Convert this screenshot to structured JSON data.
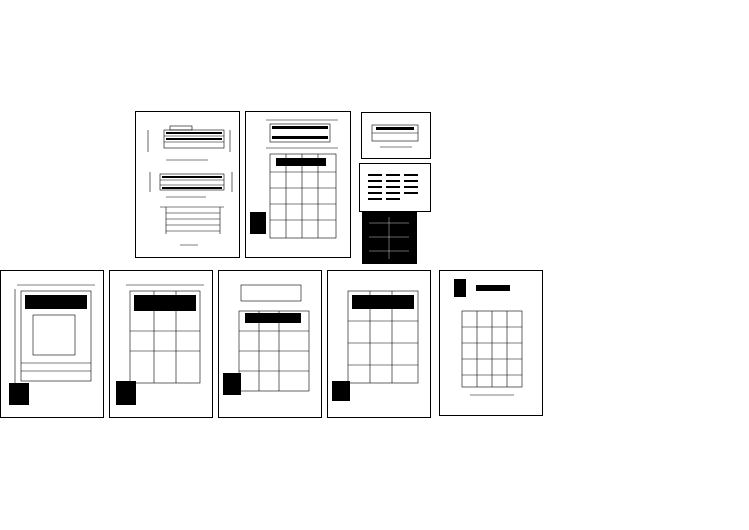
{
  "canvas": {
    "background": "#ffffff",
    "line_color": "#000000"
  },
  "sheets": [
    {
      "id": "sheet-elevations",
      "kind": "elevations"
    },
    {
      "id": "sheet-floorplan-top",
      "kind": "floorplan"
    },
    {
      "id": "sheet-detail-small",
      "kind": "detail"
    },
    {
      "id": "sheet-legend-table",
      "kind": "legend"
    },
    {
      "id": "sheet-dark-panel",
      "kind": "dark-panel"
    },
    {
      "id": "sheet-plan-1",
      "kind": "floorplan"
    },
    {
      "id": "sheet-plan-2",
      "kind": "floorplan"
    },
    {
      "id": "sheet-plan-3",
      "kind": "floorplan"
    },
    {
      "id": "sheet-plan-4",
      "kind": "floorplan"
    },
    {
      "id": "sheet-plan-5",
      "kind": "floorplan"
    }
  ]
}
